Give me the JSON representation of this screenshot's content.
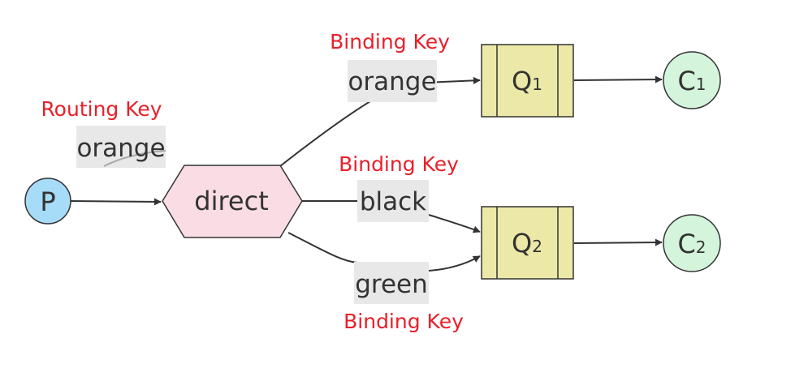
{
  "nodes": {
    "producer": {
      "label": "P",
      "color": "#a6dcf8"
    },
    "exchange": {
      "label": "direct",
      "color": "#fadde4"
    },
    "queue1": {
      "label": "Q",
      "sub": "1",
      "color": "#ece9a8"
    },
    "queue2": {
      "label": "Q",
      "sub": "2",
      "color": "#ece9a8"
    },
    "consumer1": {
      "label": "C",
      "sub": "1",
      "color": "#d4f5dc"
    },
    "consumer2": {
      "label": "C",
      "sub": "2",
      "color": "#d4f5dc"
    }
  },
  "edges": {
    "routing": {
      "key": "orange",
      "annotation": "Routing Key"
    },
    "binding_orange": {
      "key": "orange",
      "annotation": "Binding Key"
    },
    "binding_black": {
      "key": "black",
      "annotation": "Binding Key"
    },
    "binding_green": {
      "key": "green",
      "annotation": "Binding Key"
    }
  },
  "colors": {
    "annotation": "#e8202a",
    "stroke": "#333333",
    "edge_label_bg": "#e8e8e8"
  }
}
